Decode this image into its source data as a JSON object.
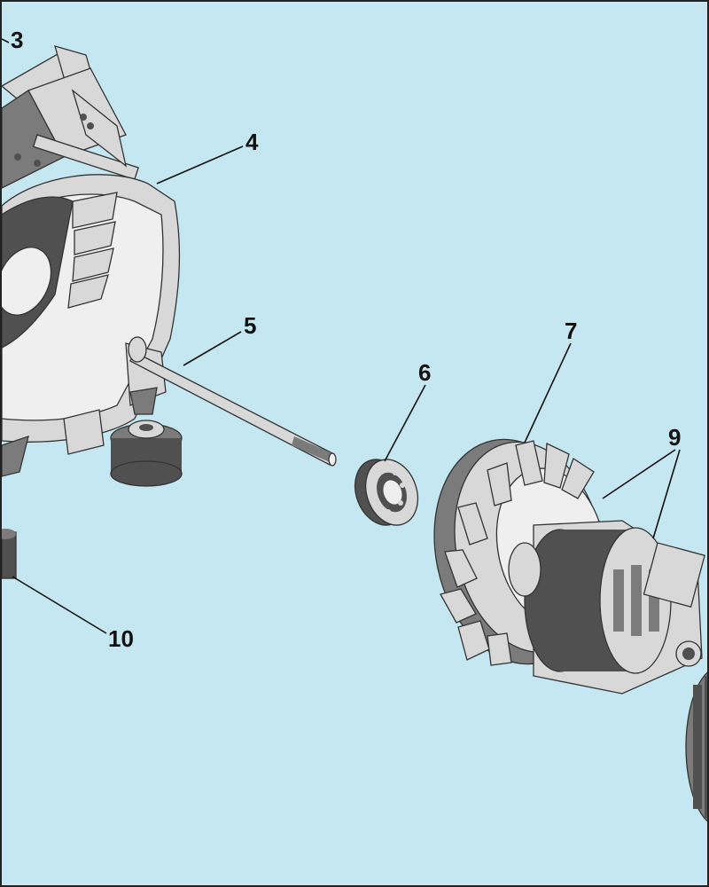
{
  "callouts": {
    "c3": "3",
    "c4": "4",
    "c5": "5",
    "c6": "6",
    "c7": "7",
    "c9": "9",
    "c10": "10"
  },
  "colors": {
    "background": "#c4e7f1",
    "part_fill": "#d8d8d8",
    "part_dark": "#505050",
    "outline": "#333333"
  }
}
